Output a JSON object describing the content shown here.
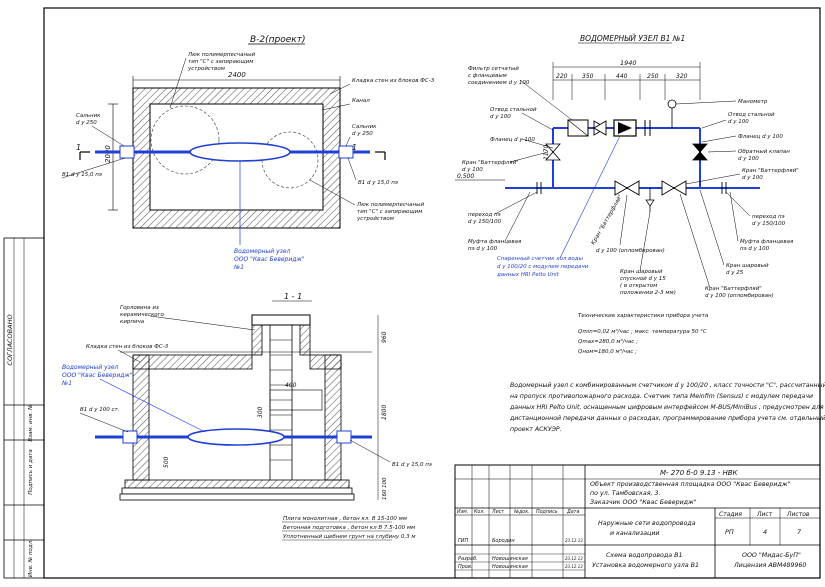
{
  "plan": {
    "title": "В-2(проект)",
    "dim_width": "2400",
    "dim_height": "2000",
    "section_mark": "1",
    "note_sleeve_top": [
      "Люк полимерпесчаный",
      "тип \"С\" с запирающим",
      "устройством"
    ],
    "note_sleeve_bottom": [
      "Люк полимерпесчаный",
      "тип \"С\" с запирающим",
      "устройством"
    ],
    "note_walls": "Кладка стен из блоков ФС-3",
    "note_channel": "Канал",
    "sleeve_left": [
      "Сальник",
      "d у 250"
    ],
    "sleeve_right": [
      "Сальник",
      "d у 250"
    ],
    "pipe_left": "В1 d у 15,0 пэ",
    "pipe_right": "В1 d у 15,0 пэ",
    "node_label": [
      "Водомерный узел",
      "ООО \"Квас Беверидж\"",
      "№1"
    ]
  },
  "section": {
    "title": "1 - 1",
    "note_neck": [
      "Горловина из",
      "керамического",
      "кирпича"
    ],
    "note_walls": "Кладка стен из блоков ФС-3",
    "node_label": [
      "Водомерный узел",
      "ООО \"Квас Беверидж\"",
      "№1"
    ],
    "pipe_left": "В1 d у 100 ст.",
    "pipe_right": "В1 d у 15,0 пэ",
    "dim_400": "400",
    "dim_300": "300",
    "dim_500": "500",
    "dim_960": "960",
    "dim_1800": "1800",
    "dim_100": "100",
    "dim_160": "160",
    "layers": [
      "Плита монолитная , бетон кл. В 15-100 мм",
      "Бетонная подготовка , бетон кл В 7.5-100 мм",
      "Уплотненный щебнем грунт на глубину 0,3 м"
    ]
  },
  "scheme": {
    "title": "ВОДОМЕРНЫЙ УЗЕЛ В1 №1",
    "dims_top": [
      "220",
      "350",
      "440",
      "250",
      "320"
    ],
    "dim_1940": "1940",
    "dim_1170": "1170",
    "level": "0,500",
    "labels_left": [
      [
        "Фильтр сетчатый",
        "с фланцевым",
        "соединением d у 100"
      ],
      [
        "Отвод стальной",
        "d у 100"
      ],
      [
        "Фланец d у 100"
      ],
      [
        "Кран \"Баттерфляй\"",
        "d у 100"
      ],
      [
        "переход пэ",
        "d у 150/100"
      ],
      [
        "Муфта фланцевая",
        "пэ d у 100"
      ]
    ],
    "labels_right": [
      [
        "Манометр"
      ],
      [
        "Отвод стальной",
        "d у 100"
      ],
      [
        "Фланец d у 100"
      ],
      [
        "Обратный клапан",
        "d у 100"
      ],
      [
        "Кран \"Баттерфляй\"",
        "d у 100"
      ],
      [
        "переход пэ",
        "d у 150/100"
      ],
      [
        "Муфта фланцевая",
        "пэ d у 100"
      ],
      [
        "Кран шаровый",
        "d у 25"
      ],
      [
        "Кран \"Баттерфляй\"",
        "d у 100 (опломбирован)"
      ]
    ],
    "labels_bottom": [
      [
        "Кран \"Баттерфляй\"",
        "d у 100 (опломбирован)"
      ],
      [
        "Кран шаровый",
        "спускной d у 15",
        "( в открытом",
        "положении 2-3 мм)"
      ]
    ],
    "meter_label": [
      "Спаренный счетчик хол.воды",
      "d у 100/20 с модулем передачи",
      "данных HRI Pelto Unit"
    ],
    "tech_title": "Технические характеристики прибора учета",
    "tech_lines": [
      "Qmin=0,02 м³/час ;    макс. температура 50 °С",
      "Qmax=280,0 м³/час ;",
      "Qном=180,0 м³/час ;"
    ],
    "description": [
      "Водомерный узел с комбинированным счетчиком d у 100/20 , класс точности \"С\", рассчитанный",
      "на пропуск противопожарного расхода. Счетчик типа Meinfim (Sensus) с модулем передачи",
      "данных HRI Pelto Unit, оснащенным цифровым интерфейсом M-BUS/MiniBus , предусмотрен для",
      "дистанционной передачи данных о расходах, программирование прибора учета см. отдельный",
      "проект АСКУЭР."
    ]
  },
  "stamp": {
    "code": "М- 270 б-0 9.13 - НВК",
    "object": [
      "Объект производственная площадка ООО \"Квас Беверидж\"",
      "по ул. Тамбовская, 3.",
      "Заказчик   ООО \"Квас Беверидж\""
    ],
    "headers": [
      "Изм.",
      "Кол.",
      "Лист",
      "№док.",
      "Подпись",
      "Дата"
    ],
    "section_name": [
      "Наружные сети водопровода",
      "и канализации"
    ],
    "stage_headers": [
      "Стадия",
      "Лист",
      "Листов"
    ],
    "stage_values": [
      "РП",
      "4",
      "7"
    ],
    "sheet_name": [
      "Схема водопровода В1",
      "Установка водомерного узла В1"
    ],
    "company": [
      "ООО \"Мидас-БуП\"",
      "Лицензия АВМ489960"
    ],
    "people": [
      {
        "role": "ГИП",
        "name": "Бородин",
        "date": "23.12.13"
      },
      {
        "role": "Разраб.",
        "name": "Новошинская",
        "date": "23.12.13"
      },
      {
        "role": "Пров.",
        "name": "Новошинская",
        "date": "23.12.13"
      }
    ]
  },
  "side_strip": {
    "agreed": "СОГЛАСОВАНО",
    "cells": [
      "Взам. инв. №",
      "Подпись и дата",
      "Инв. № подл."
    ]
  }
}
